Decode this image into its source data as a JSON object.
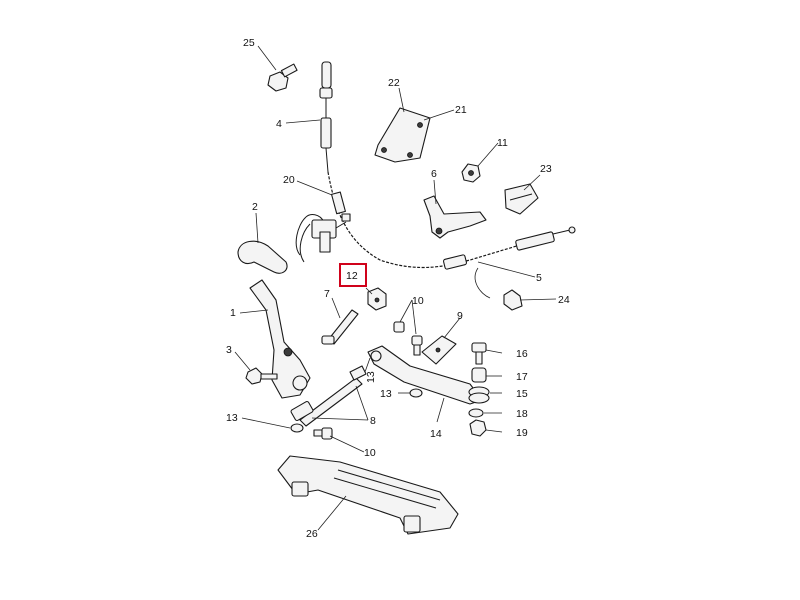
{
  "diagram": {
    "highlight_color": "#d0021b",
    "highlighted_label": "12",
    "callouts": {
      "c1": "1",
      "c2": "2",
      "c3": "3",
      "c4": "4",
      "c5": "5",
      "c6": "6",
      "c7": "7",
      "c8": "8",
      "c9": "9",
      "c10a": "10",
      "c10b": "10",
      "c11": "11",
      "c12": "12",
      "c13a": "13",
      "c13b": "13",
      "c14": "14",
      "c15": "15",
      "c16": "16",
      "c17": "17",
      "c18": "18",
      "c19": "19",
      "c20": "20",
      "c21": "21",
      "c22": "22",
      "c23": "23",
      "c24": "24",
      "c25": "25",
      "c26": "26"
    }
  }
}
